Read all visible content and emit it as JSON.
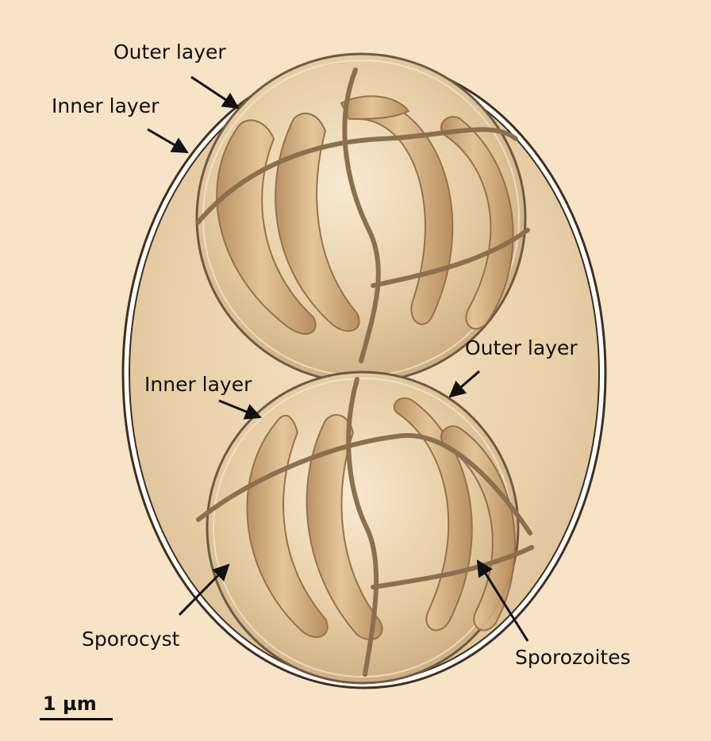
{
  "labels": {
    "outer_layer_top": "Outer layer",
    "inner_layer_top": "Inner layer",
    "outer_layer_bottom": "Outer layer",
    "inner_layer_bottom": "Inner layer",
    "sporocyst": "Sporocyst",
    "sporozoites": "Sporozoites"
  },
  "scale_bar": {
    "label": "1 µm"
  },
  "colors": {
    "background": "#f7e3c6",
    "oocyst_fill": "#ead3ae",
    "wall_outer": "#4b3a28",
    "wall_inner": "#ffffff",
    "sporocyst_rim": "#6e5a44",
    "sporozoite": "#c9a274",
    "suture": "#8c6f4f",
    "text": "#111111"
  }
}
